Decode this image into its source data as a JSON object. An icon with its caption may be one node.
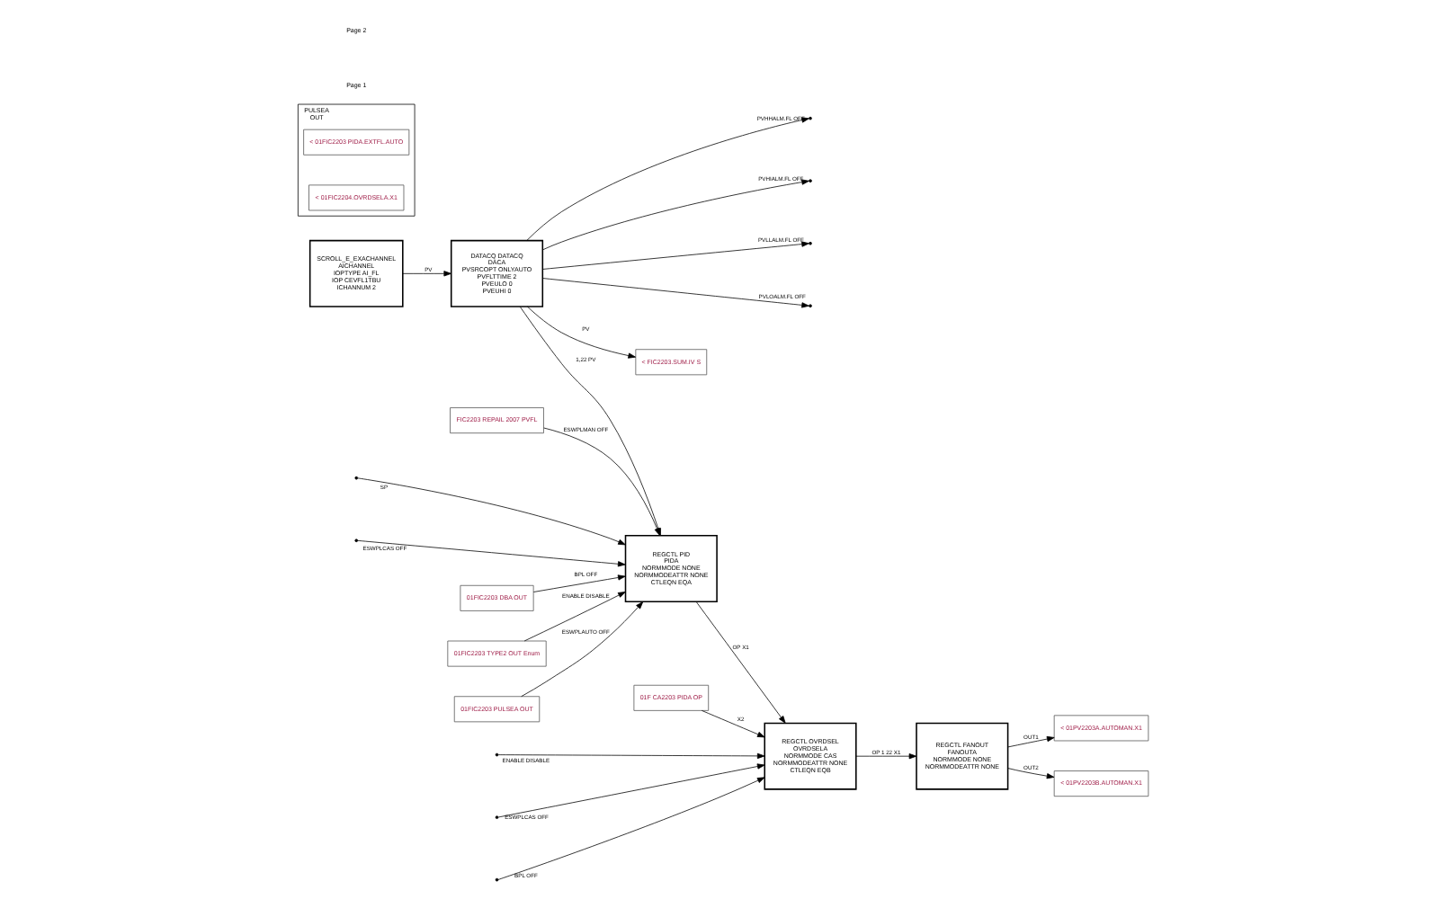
{
  "diagram": {
    "nodes": [
      {
        "text": [
          "SCROLL_E_EXACHANNEL",
          "AICHANNEL",
          "IOPTYPE AI_FL",
          "IOP CEVFL1TBU",
          "ICHANNUM 2"
        ]
      },
      {
        "text": [
          "DATACQ DATACQ",
          "DACA",
          "PVSRCOPT ONLYAUTO",
          "PVFLTTIME 2",
          "PVEULO 0",
          "PVEUHI 0"
        ]
      },
      {
        "text": [
          "REGCTL PID",
          "PIDA",
          "NORMMODE NONE",
          "NORMMODEATTR NONE",
          "CTLEQN EQA"
        ]
      },
      {
        "text": [
          "REGCTL OVRDSEL",
          "OVRDSELA",
          "NORMMODE CAS",
          "NORMMODEATTR NONE",
          "CTLEQN EQB"
        ]
      },
      {
        "text": [
          "REGCTL FANOUT",
          "FANOUTA",
          "NORMMODE NONE",
          "NORMMODEATTR NONE"
        ]
      },
      {
        "text": [
          "< FIC2203.SUM.IV S"
        ]
      },
      {
        "text": [
          "01FIC2203 DBA OUT"
        ]
      },
      {
        "text": [
          "01FIC2203 TYPE2 OUT Enum"
        ]
      },
      {
        "text": [
          "01FIC2203 PULSEA OUT"
        ]
      },
      {
        "text": [
          "FIC2203 REPAIL 2007 PVFL"
        ]
      },
      {
        "text": [
          "01F CA2203 PIDA OP"
        ]
      },
      {
        "text": [
          "< 01PV2203A.AUTOMAN.X1"
        ]
      },
      {
        "text": [
          "< 01PV2203B.AUTOMAN.X1"
        ]
      },
      {
        "text": [
          "PULSEA",
          "OUT"
        ]
      },
      {
        "text": [
          "< 01FIC2203 PIDA.EXTFL.AUTO"
        ],
        "in": 13
      },
      {
        "text": [
          "< 01FIC2204.OVRDSELA.X1"
        ],
        "in": 13
      }
    ],
    "edges": [
      {
        "from": 0,
        "to": 1,
        "arrow": "to",
        "label": "PV"
      },
      {
        "from": 1,
        "to": 5,
        "arrow": "to",
        "label": "PV"
      },
      {
        "from": 1,
        "to": 2,
        "arrow": "to",
        "label": "1,22 PV"
      },
      {
        "from": 1,
        "to": null,
        "arrow": "to",
        "label": "PVHHALM.FL OFF"
      },
      {
        "from": 1,
        "to": null,
        "arrow": "to",
        "label": "PVHIALM.FL OFF"
      },
      {
        "from": 1,
        "to": null,
        "arrow": "to",
        "label": "PVLOALM.FL OFF"
      },
      {
        "from": 1,
        "to": null,
        "arrow": "to",
        "label": "PVLLALM.FL OFF"
      },
      {
        "from": null,
        "to": 2,
        "arrow": "to",
        "label": "SP"
      },
      {
        "from": 6,
        "to": 2,
        "arrow": "to",
        "label": "BPL OFF"
      },
      {
        "from": 7,
        "to": 2,
        "arrow": "to",
        "label": "ENABLE DISABLE"
      },
      {
        "from": 8,
        "to": 2,
        "arrow": "to",
        "label": "ESWPLAUTO OFF"
      },
      {
        "from": null,
        "to": 2,
        "arrow": "to",
        "label": "ESWPLCAS OFF"
      },
      {
        "from": 9,
        "to": 2,
        "arrow": "to",
        "label": "ESWPLMAN OFF"
      },
      {
        "from": 2,
        "to": 3,
        "arrow": "to",
        "label": "OP X1"
      },
      {
        "from": 10,
        "to": 3,
        "arrow": "to",
        "label": "X2"
      },
      {
        "from": null,
        "to": 3,
        "arrow": "to",
        "label": "BPL OFF"
      },
      {
        "from": null,
        "to": 3,
        "arrow": "to",
        "label": "ESWPLCAS OFF"
      },
      {
        "from": null,
        "to": 3,
        "arrow": "to",
        "label": "ENABLE DISABLE"
      },
      {
        "from": 3,
        "to": 4,
        "arrow": "to",
        "label": "OP 1 22 X1"
      },
      {
        "from": 4,
        "to": 11,
        "arrow": "to",
        "label": "OUT1"
      },
      {
        "from": 4,
        "to": 12,
        "arrow": "to",
        "label": "OUT2"
      }
    ],
    "labels": [
      "Page 1",
      "Page 2"
    ]
  }
}
